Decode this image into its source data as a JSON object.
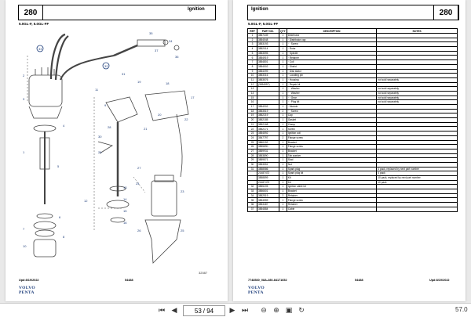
{
  "left_page": {
    "section_number": "280",
    "section_title": "Ignition",
    "engine": "5.0GL-F, 5.0GL-FF",
    "figure_id": "32087",
    "footer_date": "Upd:8/19/2022",
    "footer_code": "54488",
    "brand": [
      "VOLVO",
      "PENTA"
    ]
  },
  "right_page": {
    "section_title": "Ignition",
    "section_number": "280",
    "engine": "5.0GL-F, 5.0GL-FF",
    "footer_doc": "7748530_08A-280-84171652",
    "footer_code": "54488",
    "footer_date": "Upd:8/19/2022",
    "brand": [
      "VOLVO",
      "PENTA"
    ]
  },
  "parts_table": {
    "headers": [
      "REF",
      "PART NO.",
      "QTY",
      "DESCRIPTION",
      "NOTES"
    ],
    "rows": [
      [
        "1",
        "3857449",
        "1",
        "Distributor",
        ""
      ],
      [
        "2",
        "3854548",
        "1",
        "· Distributor cap",
        ""
      ],
      [
        "3",
        "3853193",
        "1",
        "· · Screw",
        ""
      ],
      [
        "4",
        "3852014",
        "1",
        "· Rotor",
        ""
      ],
      [
        "5",
        "3853595",
        "1",
        "· Spindle",
        ""
      ],
      [
        "6",
        "3854919",
        "1",
        "· Retainer",
        ""
      ],
      [
        "7",
        "3854801",
        "1",
        "· Coil",
        ""
      ],
      [
        "8",
        "3854502",
        "1",
        "· Shield",
        ""
      ],
      [
        "9",
        "3854099",
        "1",
        "· Disk stator",
        ""
      ],
      [
        "10",
        "3853316",
        "1",
        "· Locating pin",
        ""
      ],
      [
        "11",
        "3853576",
        "1",
        "· Housing",
        "not sold separately"
      ],
      [
        "12",
        "(3854957)",
        "1",
        "· Repair kit",
        ""
      ],
      [
        "13",
        "",
        "1",
        "· · Washer",
        "not sold separately"
      ],
      [
        "14",
        "",
        "1",
        "· · Washer",
        "not sold separately"
      ],
      [
        "15",
        "",
        "1",
        "· · Gear",
        "not sold separately"
      ],
      [
        "16",
        "",
        "1",
        "· · Plug kit",
        "not sold separately"
      ],
      [
        "17",
        "3854902",
        "1",
        "· Module",
        ""
      ],
      [
        "18",
        "3853519",
        "2",
        "· · Screw",
        ""
      ],
      [
        "19",
        "3852219",
        "1",
        "Cap",
        ""
      ],
      [
        "20",
        "3852185",
        "1",
        "Gasket",
        ""
      ],
      [
        "21",
        "3852168",
        "1",
        "Clamp",
        ""
      ],
      [
        "22",
        "3852171",
        "1",
        "Screw",
        ""
      ],
      [
        "23",
        "3854592",
        "1",
        "Ignition coil",
        ""
      ],
      [
        "24",
        "3847797",
        "2",
        "Flange screw",
        ""
      ],
      [
        "25",
        "3860152",
        "1",
        "Bracket",
        ""
      ],
      [
        "26",
        "3855890",
        "1",
        "Flange screw",
        ""
      ],
      [
        "27",
        "3859931",
        "1",
        "Bracket",
        ""
      ],
      [
        "28",
        "3853890",
        "1",
        "Tab washer",
        ""
      ],
      [
        "29",
        "3859571",
        "1",
        "Stud",
        ""
      ],
      [
        "30",
        "3853551",
        "1",
        "Nut",
        ""
      ],
      [
        "31",
        "3858586",
        "1",
        "Spark plug",
        "4 pack, replaced by next part number"
      ],
      [
        "",
        "21487472",
        "1",
        "Spark plug kit",
        "4 pack"
      ],
      [
        "",
        "3858899",
        "1",
        "Kit",
        "10 pack, replaced by next part number"
      ],
      [
        "",
        "21487473",
        "1",
        "Kit",
        "10 pack"
      ],
      [
        "32",
        "3855205",
        "1",
        "Ignition cable kit",
        ""
      ],
      [
        "33",
        "3856601",
        "1",
        "Bracket",
        ""
      ],
      [
        "34",
        "3852519",
        "2",
        "Retainer",
        ""
      ],
      [
        "35",
        "3854559",
        "1",
        "Flange screw",
        ""
      ],
      [
        "36",
        "3853487",
        "1",
        "Retainer",
        ""
      ],
      [
        "37",
        "3854884",
        "1",
        "Cable",
        ""
      ]
    ]
  },
  "viewer": {
    "page_current": "53",
    "page_total": "/ 94",
    "zoom": "57.0"
  },
  "diagram_labels": {
    "l1": "1",
    "l2": "2",
    "l3": "3",
    "l4": "4",
    "l5": "5",
    "l6": "6",
    "l7": "7",
    "l8": "8",
    "l9": "9",
    "l10": "10",
    "l11": "11",
    "l12": "12",
    "l13": "13",
    "l14": "14",
    "l15": "15",
    "l16": "16",
    "l17": "17",
    "l18": "18",
    "l19": "19",
    "l20": "20",
    "l21": "21",
    "l22": "22",
    "l23": "23",
    "l24": "24",
    "l25": "25",
    "l26": "26",
    "l27": "27",
    "l28": "28",
    "l29": "29",
    "l30": "30",
    "l31": "31",
    "l32": "32",
    "l33": "33",
    "l34": "34",
    "l35": "35",
    "l36": "36",
    "l37": "37"
  }
}
